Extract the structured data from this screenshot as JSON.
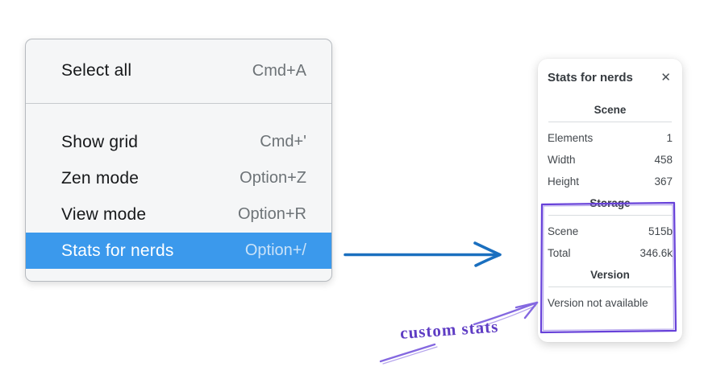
{
  "context_menu": {
    "items": [
      {
        "label": "Select all",
        "shortcut": "Cmd+A",
        "selected": false
      },
      {
        "label": "Show grid",
        "shortcut": "Cmd+'",
        "selected": false
      },
      {
        "label": "Zen mode",
        "shortcut": "Option+Z",
        "selected": false
      },
      {
        "label": "View mode",
        "shortcut": "Option+R",
        "selected": false
      },
      {
        "label": "Stats for nerds",
        "shortcut": "Option+/",
        "selected": true
      }
    ],
    "highlight_color": "#3b99ec"
  },
  "stats_panel": {
    "title": "Stats for nerds",
    "icons": {
      "close": "✕"
    },
    "sections": {
      "scene": {
        "heading": "Scene",
        "rows": [
          {
            "label": "Elements",
            "value": "1"
          },
          {
            "label": "Width",
            "value": "458"
          },
          {
            "label": "Height",
            "value": "367"
          }
        ]
      },
      "storage": {
        "heading": "Storage",
        "rows": [
          {
            "label": "Scene",
            "value": "515b"
          },
          {
            "label": "Total",
            "value": "346.6k"
          }
        ]
      },
      "version": {
        "heading": "Version",
        "note": "Version not available"
      }
    }
  },
  "annotation": {
    "label": "custom stats",
    "text_color": "#5f3dc4",
    "arrow_color": "#8468e0",
    "box_color": "#6741d9",
    "pointer_arrow_color": "#1a6fbf"
  }
}
